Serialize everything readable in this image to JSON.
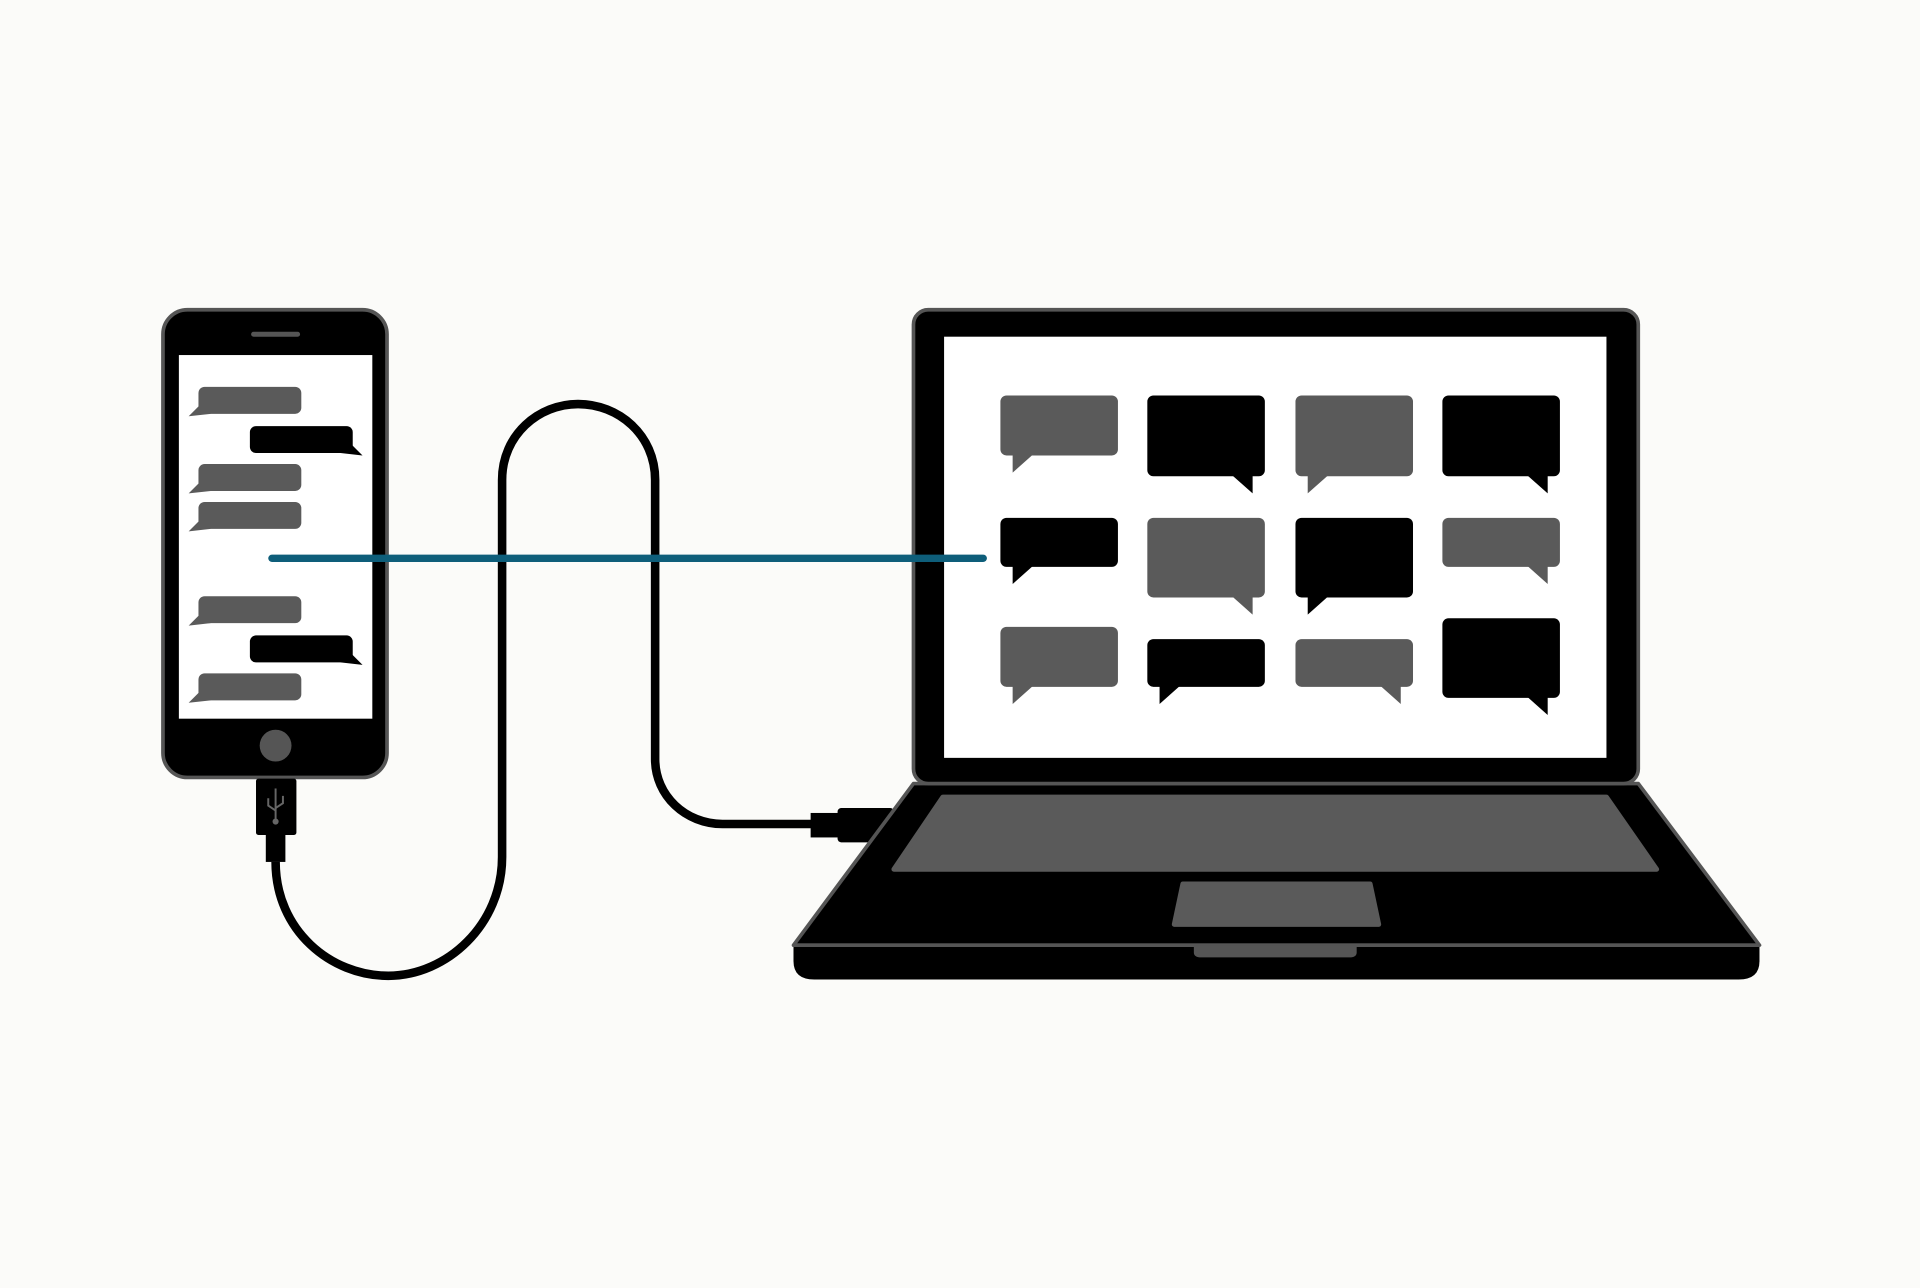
{
  "colors": {
    "background": "#fbfbf9",
    "device_body": "#000000",
    "device_edge": "#555555",
    "bubble_gray": "#5a5a5a",
    "bubble_black": "#000000",
    "screen": "#ffffff",
    "link_line": "#0e5e7a"
  },
  "phone": {
    "icon": "smartphone-icon",
    "connector_icon": "usb-icon",
    "messages": [
      {
        "color": "gray",
        "side": "left"
      },
      {
        "color": "black",
        "side": "right"
      },
      {
        "color": "gray",
        "side": "left"
      },
      {
        "color": "gray",
        "side": "left"
      },
      {
        "color": "gray",
        "side": "left"
      },
      {
        "color": "black",
        "side": "right"
      },
      {
        "color": "gray",
        "side": "left"
      }
    ]
  },
  "laptop": {
    "icon": "laptop-icon",
    "bubbles": [
      [
        {
          "color": "gray",
          "tail": "left"
        },
        {
          "color": "black",
          "tail": "right"
        },
        {
          "color": "gray",
          "tail": "left"
        },
        {
          "color": "black",
          "tail": "right"
        }
      ],
      [
        {
          "color": "black",
          "tail": "left"
        },
        {
          "color": "gray",
          "tail": "right"
        },
        {
          "color": "black",
          "tail": "left"
        },
        {
          "color": "gray",
          "tail": "right"
        }
      ],
      [
        {
          "color": "gray",
          "tail": "left"
        },
        {
          "color": "black",
          "tail": "left"
        },
        {
          "color": "gray",
          "tail": "right"
        },
        {
          "color": "black",
          "tail": "right"
        }
      ]
    ]
  },
  "cable": {
    "icon": "usb-cable-icon"
  }
}
